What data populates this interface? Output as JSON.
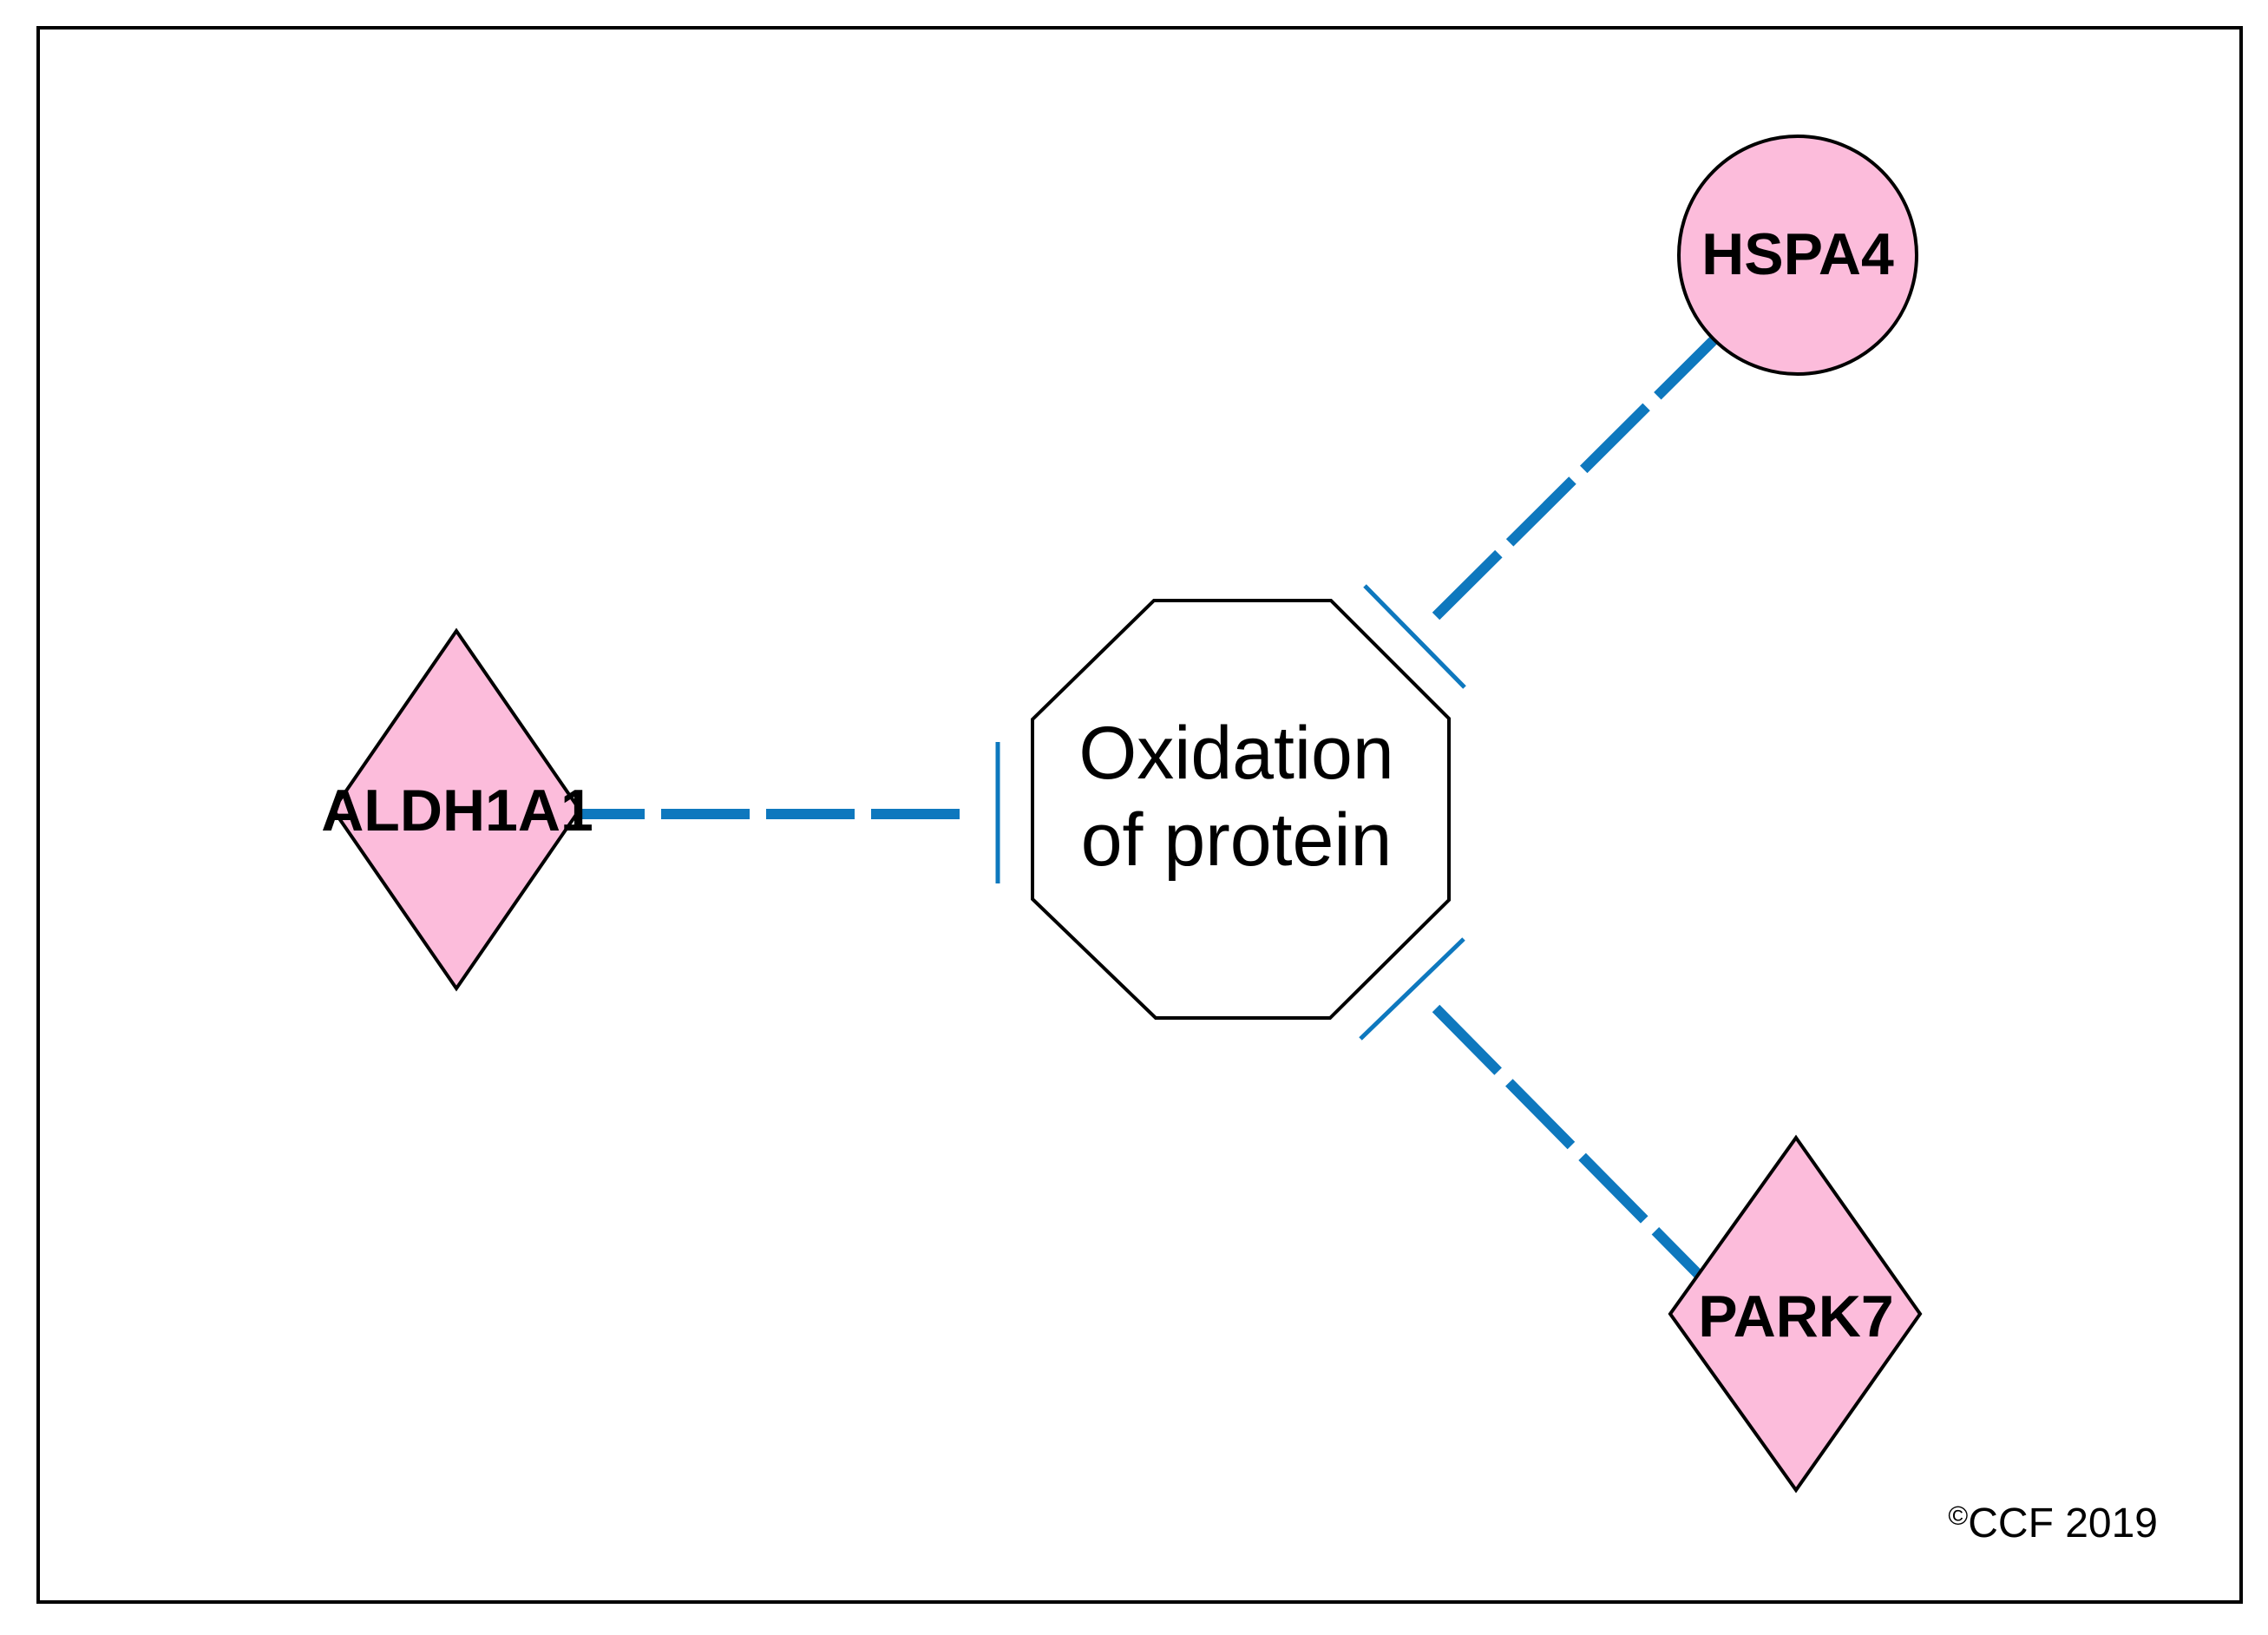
{
  "diagram": {
    "type": "pathway-network",
    "background": "#ffffff",
    "styles": {
      "node_fill": "#FCBCDB",
      "node_stroke": "#000000",
      "function_node_fill": "#FFFFFF",
      "edge_color": "#0E78BE",
      "text_color": "#000000"
    },
    "nodes": [
      {
        "id": "HSPA4",
        "label": "HSPA4",
        "shape": "circle"
      },
      {
        "id": "ALDH1A1",
        "label": "ALDH1A1",
        "shape": "diamond"
      },
      {
        "id": "PARK7",
        "label": "PARK7",
        "shape": "diamond"
      },
      {
        "id": "oxidation_of_protein",
        "label": "Oxidation of protein",
        "label_lines": [
          "Oxidation",
          "of protein"
        ],
        "shape": "octagon"
      }
    ],
    "edges": [
      {
        "from": "ALDH1A1",
        "to": "oxidation_of_protein",
        "type": "inhibition",
        "style": "dashed"
      },
      {
        "from": "HSPA4",
        "to": "oxidation_of_protein",
        "type": "inhibition",
        "style": "dashed"
      },
      {
        "from": "PARK7",
        "to": "oxidation_of_protein",
        "type": "inhibition",
        "style": "dashed"
      }
    ],
    "copyright": {
      "symbol": "©",
      "text": "CCF 2019"
    }
  }
}
